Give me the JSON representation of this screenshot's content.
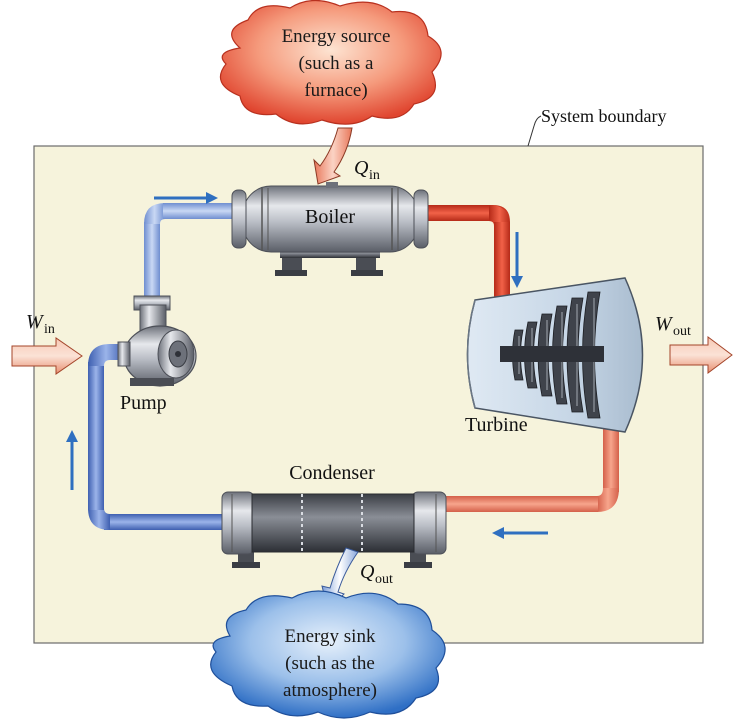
{
  "energy_source": {
    "lines": [
      "Energy source",
      "(such as a",
      "furnace)"
    ]
  },
  "energy_sink": {
    "lines": [
      "Energy sink",
      "(such as the",
      "atmosphere)"
    ]
  },
  "system_boundary_label": "System boundary",
  "heat_in": {
    "symbol": "Q",
    "subscript": "in"
  },
  "heat_out": {
    "symbol": "Q",
    "subscript": "out"
  },
  "work_in": {
    "symbol": "W",
    "subscript": "in"
  },
  "work_out": {
    "symbol": "W",
    "subscript": "out"
  },
  "components": {
    "boiler": "Boiler",
    "turbine": "Turbine",
    "condenser": "Condenser",
    "pump": "Pump"
  },
  "colors": {
    "boundary_fill": "#f6f3dc",
    "hot_pipe": "#e8432c",
    "warm_pipe": "#f08a6a",
    "cold_pipe": "#6e8fd6",
    "flow_arrow": "#2f6fc0",
    "source_cloud": "#e8503a",
    "sink_cloud": "#3c7fd0"
  }
}
